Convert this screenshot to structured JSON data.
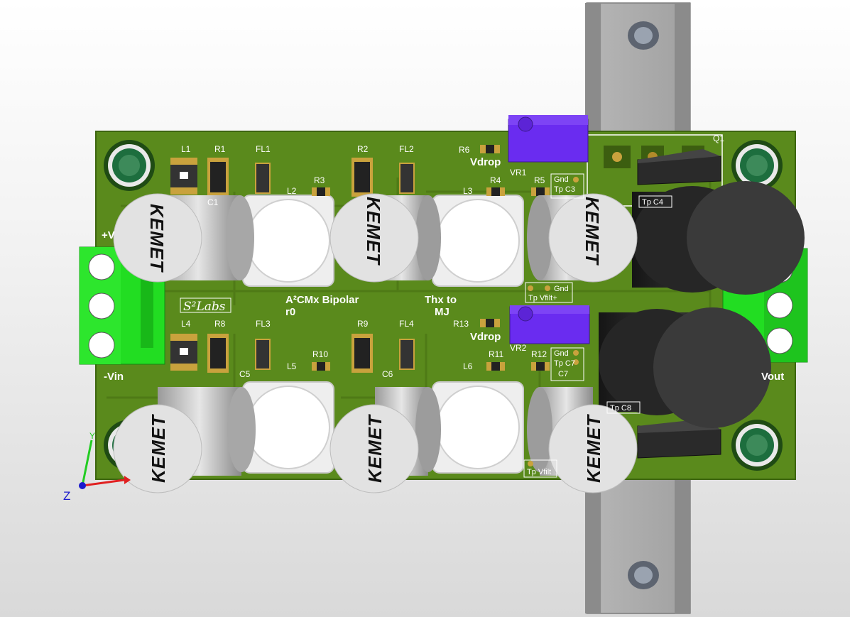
{
  "board": {
    "title_line1": "A²CMx Bipolar",
    "title_line2": "r0",
    "thx_line1": "Thx to",
    "thx_line2": "MJ",
    "logo": "S²Labs",
    "vin_pos": "+V",
    "vin_neg": "-Vin",
    "vout": "Vout"
  },
  "components": {
    "L1": "L1",
    "R1": "R1",
    "FL1": "FL1",
    "C1": "C1",
    "R2": "R2",
    "FL2": "FL2",
    "R3": "R3",
    "L2": "L2",
    "L3": "L3",
    "R4": "R4",
    "R5": "R5",
    "R6": "R6",
    "VR1": "VR1",
    "Q1": "Q1",
    "L4": "L4",
    "R8": "R8",
    "FL3": "FL3",
    "R9": "R9",
    "FL4": "FL4",
    "R10": "R10",
    "L5": "L5",
    "C5": "C5",
    "C6": "C6",
    "L6": "L6",
    "R11": "R11",
    "R12": "R12",
    "R13": "R13",
    "VR2": "VR2",
    "C7": "C7"
  },
  "test_points": {
    "vdrop_top": "Vdrop",
    "vdrop_bottom": "Vdrop",
    "gnd_top": "Gnd",
    "tp_c3": "Tp C3",
    "gnd_mid": "Gnd",
    "tp_vfilt_plus": "Tp Vfilt+",
    "tp_c4": "Tp C4",
    "gnd_bot": "Gnd",
    "tp_c7": "Tp C7",
    "tp_c8": "Tp C8",
    "tp_vfilt_minus": "Tp Vfilt"
  },
  "capacitor_brand": "KEMET",
  "axes": {
    "z": "Z",
    "y": "Y"
  },
  "colors": {
    "pcb": "#5a8a1c",
    "silk": "#ffffff",
    "terminal": "#22dd22",
    "trimmer": "#6a2cf0",
    "heatsink": "#a9a9a9",
    "cap_body": "#d8d8d8",
    "cap_black": "#2d2d2d"
  }
}
